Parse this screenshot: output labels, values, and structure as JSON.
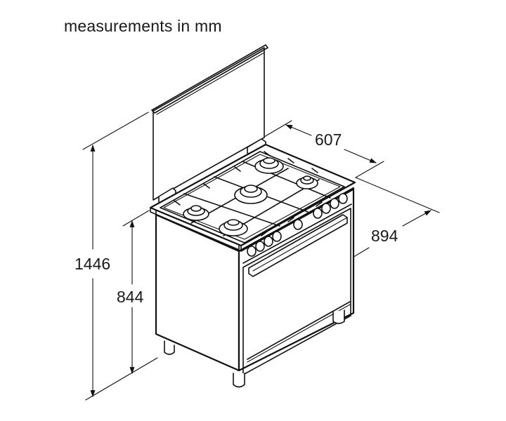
{
  "header": {
    "title": "measurements in mm"
  },
  "dimensions": {
    "width": "607",
    "depth": "894",
    "total_height": "1446",
    "height": "844"
  },
  "diagram": {
    "subject": "freestanding gas range cooker with raised glass lid, 5 burners, control knobs and oven door",
    "line_color": "#111111",
    "background": "#ffffff"
  }
}
